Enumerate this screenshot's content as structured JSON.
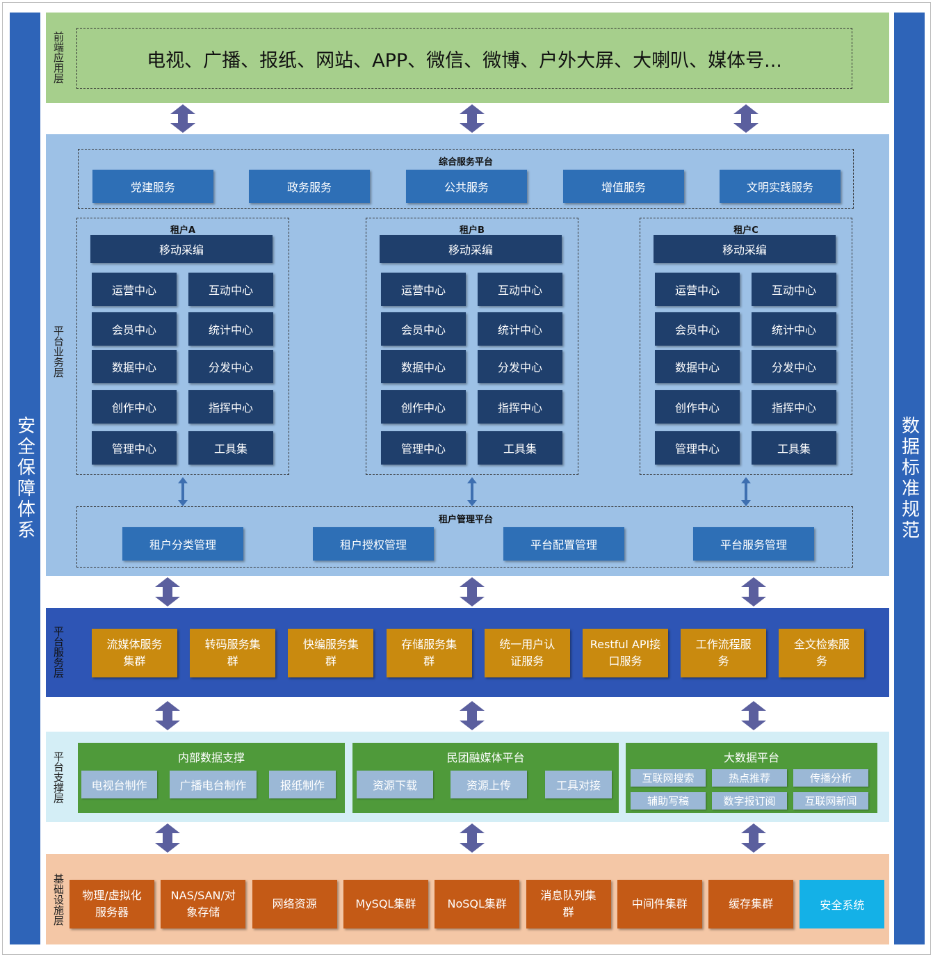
{
  "side": {
    "left": "安全保障体系",
    "right": "数据标准规范"
  },
  "frontend": {
    "label": "前端应用层",
    "text": "电视、广播、报纸、网站、APP、微信、微博、户外大屏、大喇叭、媒体号..."
  },
  "business": {
    "label": "平台业务层",
    "service_platform": {
      "title": "综合服务平台",
      "items": [
        "党建服务",
        "政务服务",
        "公共服务",
        "增值服务",
        "文明实践服务"
      ]
    },
    "tenants": [
      {
        "title": "租户A",
        "top": "移动采编",
        "cells": [
          "运营中心",
          "互动中心",
          "会员中心",
          "统计中心",
          "数据中心",
          "分发中心",
          "创作中心",
          "指挥中心",
          "管理中心",
          "工具集"
        ]
      },
      {
        "title": "租户B",
        "top": "移动采编",
        "cells": [
          "运营中心",
          "互动中心",
          "会员中心",
          "统计中心",
          "数据中心",
          "分发中心",
          "创作中心",
          "指挥中心",
          "管理中心",
          "工具集"
        ]
      },
      {
        "title": "租户C",
        "top": "移动采编",
        "cells": [
          "运营中心",
          "互动中心",
          "会员中心",
          "统计中心",
          "数据中心",
          "分发中心",
          "创作中心",
          "指挥中心",
          "管理中心",
          "工具集"
        ]
      }
    ],
    "tenant_mgmt": {
      "title": "租户管理平台",
      "items": [
        "租户分类管理",
        "租户授权管理",
        "平台配置管理",
        "平台服务管理"
      ]
    }
  },
  "service_layer": {
    "label": "平台服务层",
    "items": [
      "流媒体服务\n集群",
      "转码服务集\n群",
      "快编服务集\n群",
      "存储服务集\n群",
      "统一用户认\n证服务",
      "Restful API接\n口服务",
      "工作流程服\n务",
      "全文检索服\n务"
    ]
  },
  "support_layer": {
    "label": "平台支撑层",
    "groups": [
      {
        "title": "内部数据支撑",
        "items": [
          "电视台制作",
          "广播电台制作",
          "报纸制作"
        ]
      },
      {
        "title": "民团融媒体平台",
        "items": [
          "资源下载",
          "资源上传",
          "工具对接"
        ]
      },
      {
        "title": "大数据平台",
        "items": [
          "互联网搜索",
          "热点推荐",
          "传播分析",
          "辅助写稿",
          "数字报订阅",
          "互联网新闻"
        ]
      }
    ]
  },
  "infra_layer": {
    "label": "基础设施层",
    "items": [
      "物理/虚拟化\n服务器",
      "NAS/SAN/对\n象存储",
      "网络资源",
      "MySQL集群",
      "NoSQL集群",
      "消息队列集\n群",
      "中间件集群",
      "缓存集群",
      "安全系统"
    ]
  },
  "colors": {
    "frontend_bg": "#a6cf8c",
    "business_bg": "#9dc1e6",
    "service_bg": "#2e55b5",
    "support_bg": "#d4eef6",
    "infra_bg": "#f4c7a6",
    "side_bar": "#2e64b8",
    "arrow": "#5b5f9e"
  }
}
